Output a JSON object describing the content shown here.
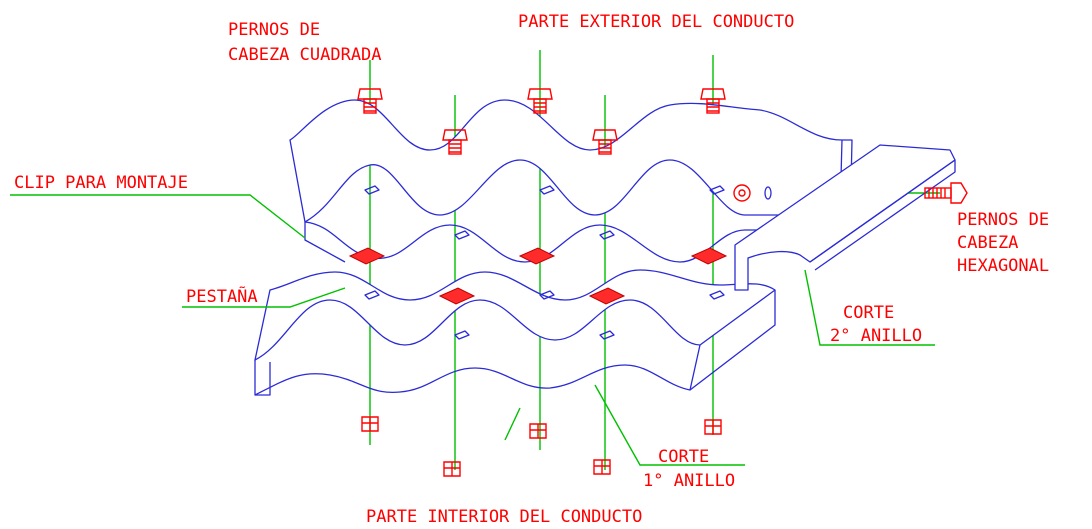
{
  "labels": {
    "pernos_cuadrada_1": "PERNOS DE",
    "pernos_cuadrada_2": "CABEZA CUADRADA",
    "exterior": "PARTE EXTERIOR DEL CONDUCTO",
    "clip": "CLIP PARA MONTAJE",
    "pestana": "PESTAÑA",
    "pernos_hex_1": "PERNOS DE",
    "pernos_hex_2": "CABEZA",
    "pernos_hex_3": "HEXAGONAL",
    "corte2_1": "CORTE",
    "corte2_2": "2° ANILLO",
    "corte1_1": "CORTE",
    "corte1_2": "1° ANILLO",
    "interior": "PARTE INTERIOR DEL CONDUCTO"
  },
  "colors": {
    "label_text": "#ff0000",
    "plates": "#2b2bd6",
    "axis_lines": "#00c000",
    "bolts": "#ff0000"
  }
}
